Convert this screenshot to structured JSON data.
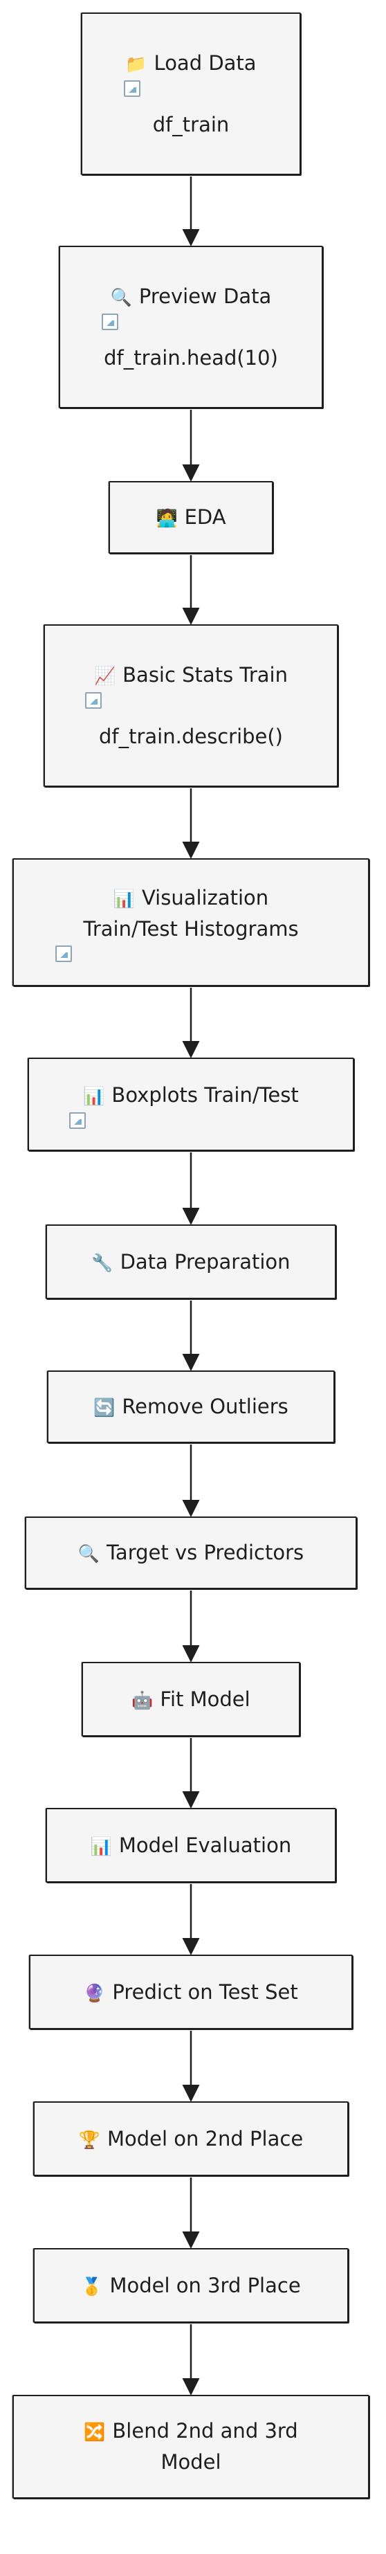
{
  "nodes": [
    {
      "id": "load-data",
      "icon": "📁",
      "icon_name": "folder-icon",
      "label": "Load Data",
      "image": true,
      "code": "df_train"
    },
    {
      "id": "preview-data",
      "icon": "🔍",
      "icon_name": "magnifier-icon",
      "label": "Preview Data",
      "image": true,
      "code": "df_train.head(10)"
    },
    {
      "id": "eda",
      "icon": "🧑‍💻",
      "icon_name": "technologist-icon",
      "label": "EDA"
    },
    {
      "id": "basic-stats-train",
      "icon": "📈",
      "icon_name": "chart-increasing-icon",
      "label": "Basic Stats Train",
      "image": true,
      "code": "df_train.describe()"
    },
    {
      "id": "visualization",
      "icon": "📊",
      "icon_name": "bar-chart-icon",
      "label": "Visualization",
      "label2": "Train/Test Histograms",
      "image": true
    },
    {
      "id": "boxplots",
      "icon": "📊",
      "icon_name": "bar-chart-icon",
      "label": "Boxplots Train/Test",
      "image": true
    },
    {
      "id": "data-preparation",
      "icon": "🔧",
      "icon_name": "wrench-icon",
      "label": "Data Preparation"
    },
    {
      "id": "remove-outliers",
      "icon": "🔄",
      "icon_name": "refresh-icon",
      "label": "Remove Outliers"
    },
    {
      "id": "target-vs-predictors",
      "icon": "🔍",
      "icon_name": "magnifier-icon",
      "label": "Target vs Predictors"
    },
    {
      "id": "fit-model",
      "icon": "🤖",
      "icon_name": "robot-icon",
      "label": "Fit Model"
    },
    {
      "id": "model-evaluation",
      "icon": "📊",
      "icon_name": "bar-chart-icon",
      "label": "Model Evaluation"
    },
    {
      "id": "predict-test-set",
      "icon": "🔮",
      "icon_name": "crystal-ball-icon",
      "label": "Predict on Test Set"
    },
    {
      "id": "model-2nd-place",
      "icon": "🏆",
      "icon_name": "trophy-icon",
      "label": "Model on 2nd Place"
    },
    {
      "id": "model-3rd-place",
      "icon": "🥇",
      "icon_name": "medal-icon",
      "label": "Model on 3rd Place"
    },
    {
      "id": "blend-models",
      "icon": "🔀",
      "icon_name": "shuffle-icon",
      "label": "Blend 2nd and 3rd",
      "label2": "Model"
    }
  ]
}
